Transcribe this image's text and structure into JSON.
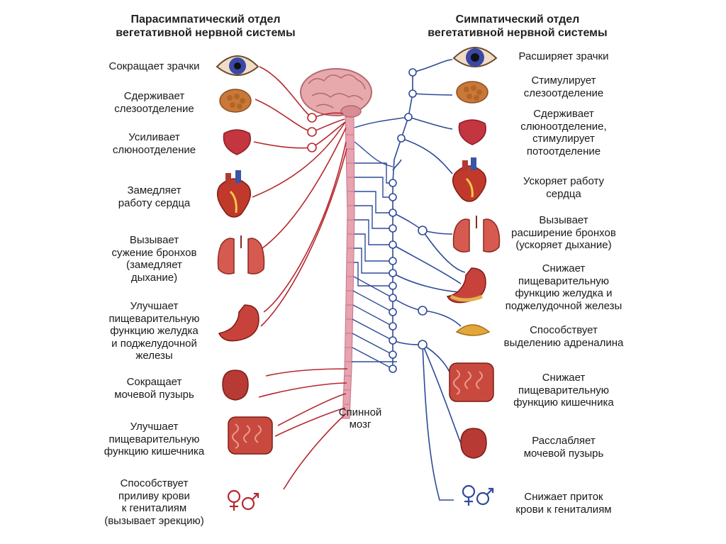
{
  "titles": {
    "left": [
      "Парасимпатический отдел",
      "вегетативной нервной системы"
    ],
    "right": [
      "Симпатический отдел",
      "вегетативной нервной системы"
    ]
  },
  "spinal_cord_label": [
    "Спинной",
    "мозг"
  ],
  "left_labels": [
    {
      "organ": "eye-icon",
      "lines": [
        "Сокращает зрачки"
      ]
    },
    {
      "organ": "lacrimal-gland-icon",
      "lines": [
        "Сдерживает",
        "слезоотделение"
      ]
    },
    {
      "organ": "salivary-gland-icon",
      "lines": [
        "Усиливает",
        "слюноотделение"
      ]
    },
    {
      "organ": "heart-icon",
      "lines": [
        "Замедляет",
        "работу сердца"
      ]
    },
    {
      "organ": "lungs-icon",
      "lines": [
        "Вызывает",
        "сужение бронхов",
        "(замедляет",
        "дыхание)"
      ]
    },
    {
      "organ": "stomach-icon",
      "lines": [
        "Улучшает",
        "пищеварительную",
        "функцию желудка",
        "и поджелудочной",
        "железы"
      ]
    },
    {
      "organ": "bladder-icon",
      "lines": [
        "Сокращает",
        "мочевой пузырь"
      ]
    },
    {
      "organ": "intestine-icon",
      "lines": [
        "Улучшает",
        "пищеварительную",
        "функцию кишечника"
      ]
    },
    {
      "organ": "genitals-icon",
      "lines": [
        "Способствует",
        "приливу крови",
        "к гениталиям",
        "(вызывает эрекцию)"
      ]
    }
  ],
  "right_labels": [
    {
      "organ": "eye-icon",
      "lines": [
        "Расширяет зрачки"
      ]
    },
    {
      "organ": "lacrimal-gland-icon",
      "lines": [
        "Стимулирует",
        "слезоотделение"
      ]
    },
    {
      "organ": "salivary-gland-icon",
      "lines": [
        "Сдерживает",
        "слюноотделение,",
        "стимулирует",
        "потоотделение"
      ]
    },
    {
      "organ": "heart-icon",
      "lines": [
        "Ускоряет работу",
        "сердца"
      ]
    },
    {
      "organ": "lungs-icon",
      "lines": [
        "Вызывает",
        "расширение бронхов",
        "(ускоряет дыхание)"
      ]
    },
    {
      "organ": "stomach-icon",
      "lines": [
        "Снижает",
        "пищеварительную",
        "функцию желудка и",
        "поджелудочной железы"
      ]
    },
    {
      "organ": "adrenal-gland-icon",
      "lines": [
        "Способствует",
        "выделению адреналина"
      ]
    },
    {
      "organ": "intestine-icon",
      "lines": [
        "Снижает",
        "пищеварительную",
        "функцию кишечника"
      ]
    },
    {
      "organ": "bladder-icon",
      "lines": [
        "Расслабляет",
        "мочевой пузырь"
      ]
    },
    {
      "organ": "genitals-icon",
      "lines": [
        "Снижает приток",
        "крови к гениталиям"
      ]
    }
  ],
  "colors": {
    "parasympathetic": "#b5282e",
    "sympathetic": "#2e4a9a",
    "spinal_cord": "#e7a3b0",
    "organ_red": "#c0392b",
    "gland_orange": "#c9783a"
  }
}
